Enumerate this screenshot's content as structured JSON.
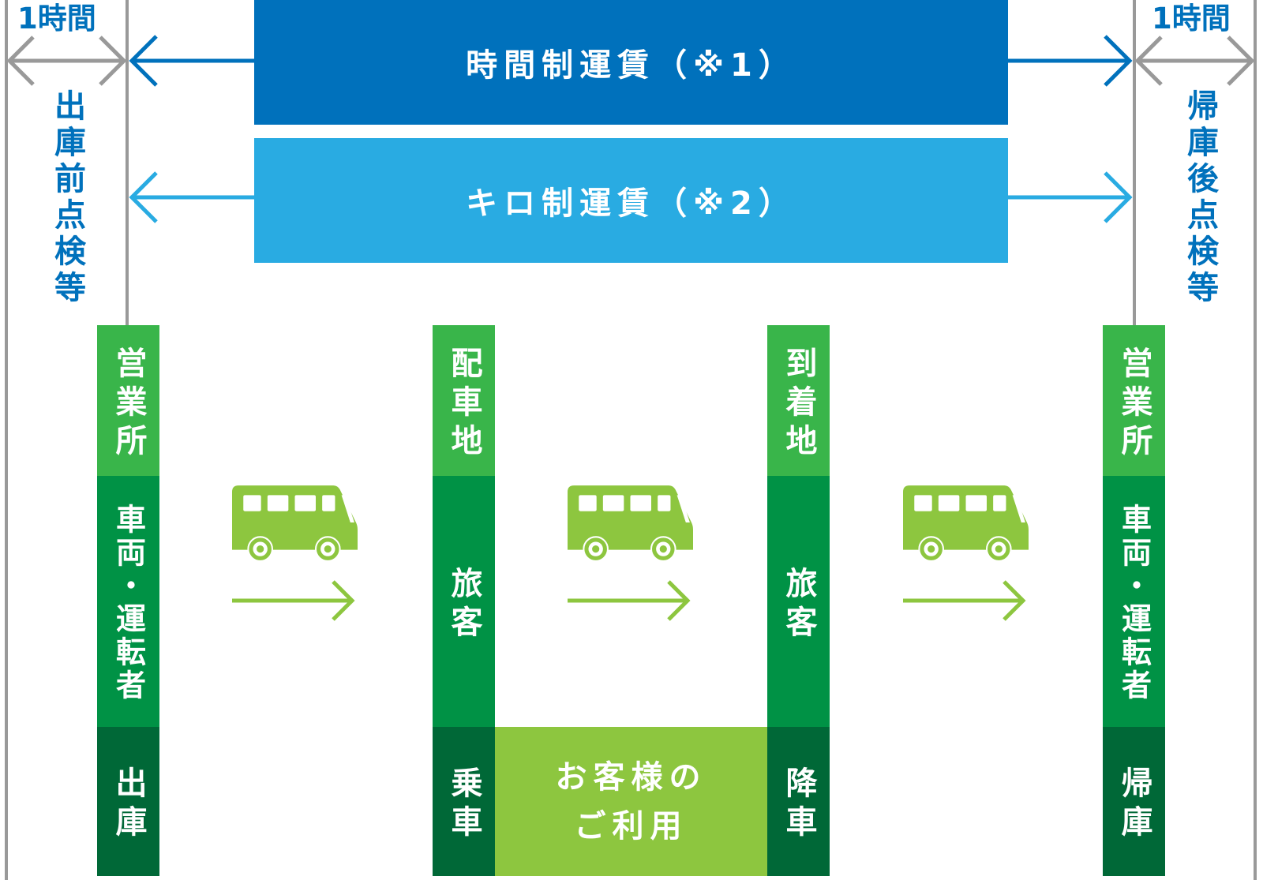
{
  "left_period": {
    "duration": "1時間",
    "label": "出庫前点検等"
  },
  "right_period": {
    "duration": "1時間",
    "label": "帰庫後点検等"
  },
  "fares": [
    {
      "label": "時間制運賃（※1）"
    },
    {
      "label": "キロ制運賃（※2）"
    }
  ],
  "columns": [
    {
      "place": "営業所",
      "subject": "車両・運転者",
      "action": "出庫"
    },
    {
      "place": "配車地",
      "subject": "旅客",
      "action": "乗車"
    },
    {
      "place": "到着地",
      "subject": "旅客",
      "action": "降車"
    },
    {
      "place": "営業所",
      "subject": "車両・運転者",
      "action": "帰庫"
    }
  ],
  "usage": {
    "line1": "お客様の",
    "line2": "ご利用"
  },
  "icons": {
    "bus": "bus-icon",
    "flow_arrow": "right-arrow-icon",
    "range_arrow": "double-arrow-icon"
  },
  "colors": {
    "dark_blue": "#0071bc",
    "light_blue": "#29abe2",
    "gray": "#999999",
    "place_green": "#39b54a",
    "subject_green": "#009245",
    "action_green": "#006837",
    "usage_green": "#8dc63f",
    "bus_green": "#8dc63f"
  }
}
